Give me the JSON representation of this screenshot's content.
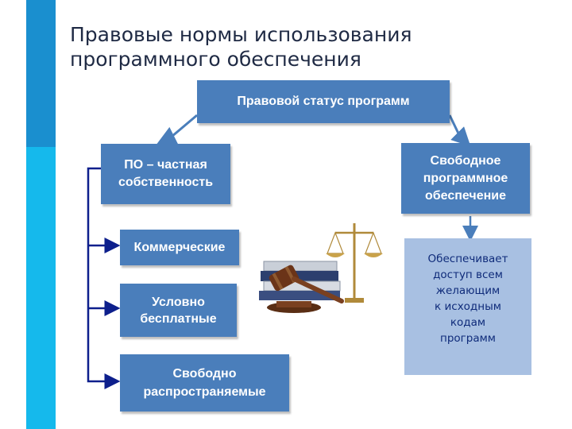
{
  "title_line1": "Правовые нормы использования",
  "title_line2": "программного обеспечения",
  "root": "Правовой статус программ",
  "private": "ПО – частная\nсобственность",
  "free_software": "Свободное\nпрограммное\nобеспечение",
  "commercial": "Коммерческие",
  "shareware": "Условно\nбесплатные",
  "freeware": "Свободно\nраспространяемые",
  "free_software_desc": "Обеспечивает\nдоступ всем\nжелающим\nк исходным\nкодам\nпрограмм",
  "illustration_icon": "gavel-scales-books-icon",
  "colors": {
    "box": "#4a7ebb",
    "desc_box": "#a8c0e2",
    "accent_dark": "#1a8fcf",
    "accent_light": "#15b9ec",
    "arrow_navy": "#0d1f8c",
    "arrow_blue": "#4a7ebb"
  }
}
